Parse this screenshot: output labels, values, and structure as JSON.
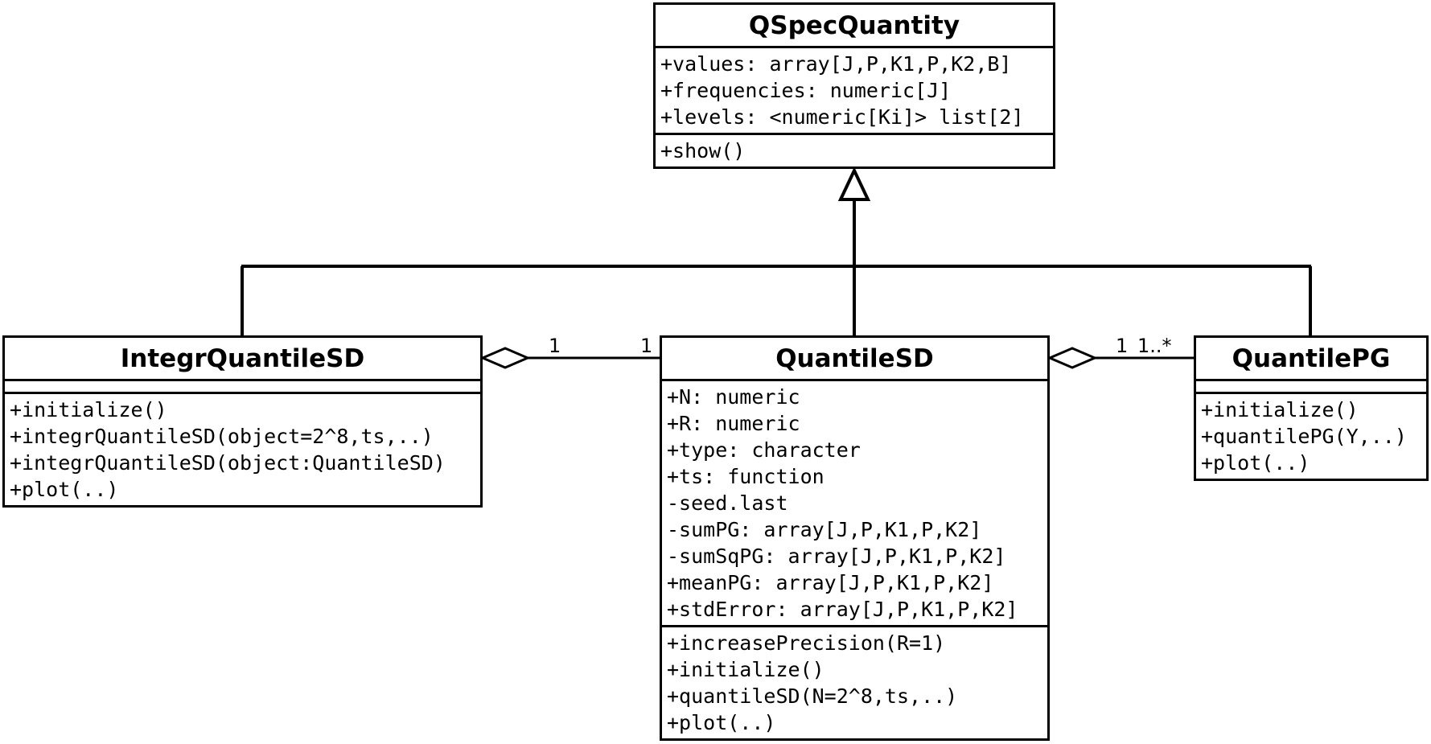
{
  "classes": {
    "qspec": {
      "name": "QSpecQuantity",
      "attributes": [
        "+values: array[J,P,K1,P,K2,B]",
        "+frequencies: numeric[J]",
        "+levels: <numeric[Ki]> list[2]"
      ],
      "methods": [
        "+show()"
      ]
    },
    "integr": {
      "name": "IntegrQuantileSD",
      "attributes": [],
      "methods": [
        "+initialize()",
        "+integrQuantileSD(object=2^8,ts,..)",
        "+integrQuantileSD(object:QuantileSD)",
        "+plot(..)"
      ]
    },
    "qsd": {
      "name": "QuantileSD",
      "attributes": [
        "+N: numeric",
        "+R: numeric",
        "+type: character",
        "+ts: function",
        "-seed.last",
        "-sumPG: array[J,P,K1,P,K2]",
        "-sumSqPG: array[J,P,K1,P,K2]",
        "+meanPG: array[J,P,K1,P,K2]",
        "+stdError: array[J,P,K1,P,K2]"
      ],
      "methods": [
        "+increasePrecision(R=1)",
        "+initialize()",
        "+quantileSD(N=2^8,ts,..)",
        "+plot(..)"
      ]
    },
    "qpg": {
      "name": "QuantilePG",
      "attributes": [],
      "methods": [
        "+initialize()",
        "+quantilePG(Y,..)",
        "+plot(..)"
      ]
    }
  },
  "multiplicities": {
    "integr_side": "1",
    "qsd_side_left": "1",
    "qsd_side_right": "1",
    "qpg_side": "1..*"
  }
}
